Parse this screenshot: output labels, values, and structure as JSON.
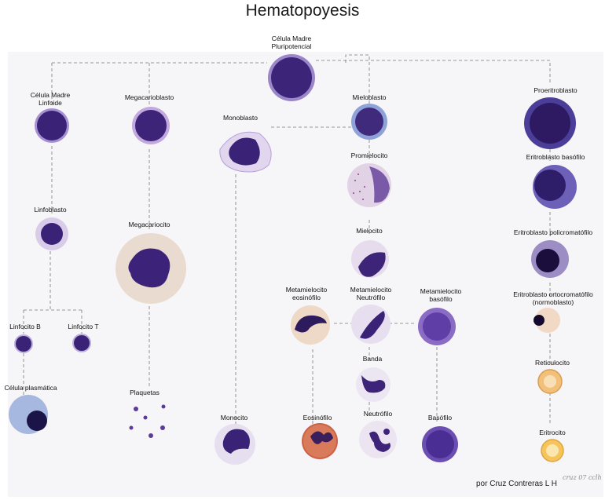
{
  "title": "Hematopoyesis",
  "credit": "por Cruz Contreras L H",
  "signature": "cruz 07 cclh",
  "colors": {
    "nucleus": "#3b1f7a",
    "cytoplasm_lilac": "#b9a6d8",
    "cytoplasm_pale": "#e4dcef",
    "eosinophil_granules": "#c6553a",
    "erythrocyte": "#f2c27a",
    "connector": "#777777"
  },
  "cells": {
    "pluripotent": {
      "label": "Célula Madre",
      "label2": "Pluripotencial"
    },
    "lymphoid_stem": {
      "label": "Célula Madre",
      "label2": "Linfoide"
    },
    "megakaryoblast": {
      "label": "Megacarioblasto"
    },
    "monoblast": {
      "label": "Monoblasto"
    },
    "myeloblast": {
      "label": "Mieloblasto"
    },
    "proerythroblast": {
      "label": "Proeritroblasto"
    },
    "promyelocyte": {
      "label": "Promielocito"
    },
    "basophilic_erythroblast": {
      "label": "Eritroblasto basófilo"
    },
    "lymphoblast": {
      "label": "Linfoblasto"
    },
    "megakaryocyte": {
      "label": "Megacariocito"
    },
    "myelocyte": {
      "label": "Mielocito"
    },
    "polychromatic_erythroblast": {
      "label": "Eritroblasto policromatófilo"
    },
    "eosinophilic_metamyelocyte": {
      "label": "Metamielocito",
      "label2": "eosinófilo"
    },
    "neutrophilic_metamyelocyte": {
      "label": "Metamielocito",
      "label2": "Neutrófilo"
    },
    "basophilic_metamyelocyte": {
      "label": "Metamielocito",
      "label2": "basófilo"
    },
    "orthochromatic_erythroblast": {
      "label": "Eritroblasto ortocromatófilo",
      "label2": "(normoblasto)"
    },
    "b_lymphocyte": {
      "label": "Linfocito B"
    },
    "t_lymphocyte": {
      "label": "Linfocito T"
    },
    "band": {
      "label": "Banda"
    },
    "reticulocyte": {
      "label": "Reticulocito"
    },
    "plasma_cell": {
      "label": "Célula plasmática"
    },
    "platelets": {
      "label": "Plaquetas"
    },
    "monocyte": {
      "label": "Monocito"
    },
    "eosinophil": {
      "label": "Eosinófilo"
    },
    "neutrophil": {
      "label": "Neutrófilo"
    },
    "basophil": {
      "label": "Basófilo"
    },
    "erythrocyte": {
      "label": "Eritrocito"
    }
  }
}
